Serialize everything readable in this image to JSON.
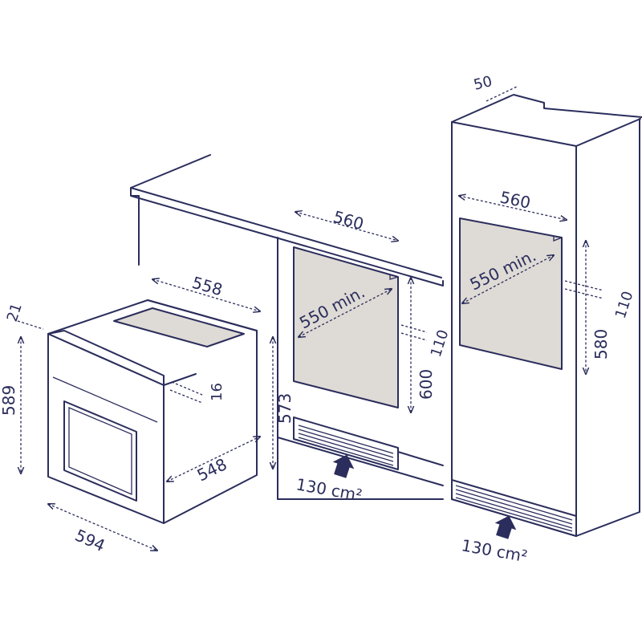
{
  "colors": {
    "line": "#2b2d5c",
    "cavity": "#dedad5",
    "background": "#ffffff"
  },
  "dimensions": {
    "oven_depth_offset": "21",
    "oven_height": "589",
    "oven_width": "594",
    "oven_body_depth": "558",
    "oven_body_height": "573",
    "oven_body_width": "548",
    "oven_panel": "16",
    "counter_niche_width": "560",
    "counter_niche_depth": "550 min.",
    "counter_niche_height": "600",
    "counter_rear_gap": "110",
    "counter_vent_area": "130 cm²",
    "column_top_gap": "50",
    "column_niche_width": "560",
    "column_niche_depth": "550 min.",
    "column_niche_height": "580",
    "column_rear_gap": "110",
    "column_vent_area": "130 cm²"
  }
}
